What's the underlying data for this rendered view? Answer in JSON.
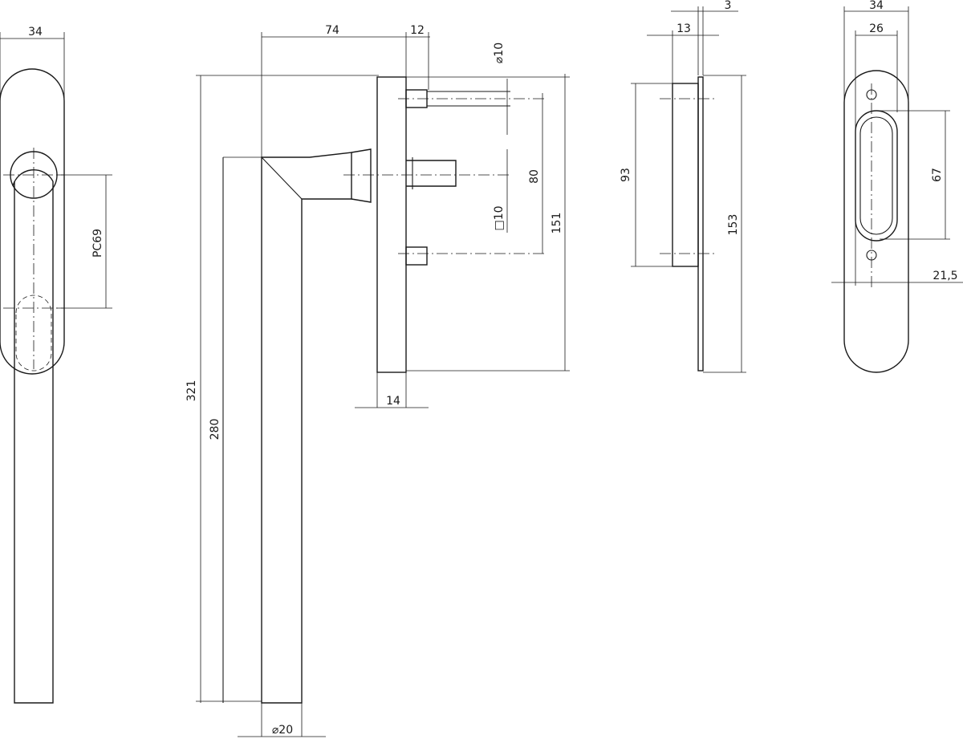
{
  "labels": {
    "front_width": "34",
    "front_pc": "PC69",
    "side_projection": "74",
    "side_spindle_len": "12",
    "side_screw_dia": "⌀10",
    "side_screw_pitch": "80",
    "side_square": "□10",
    "side_rose_height": "151",
    "side_rose_depth": "14",
    "side_total_length": "321",
    "side_lever_length": "280",
    "side_lever_dia": "⌀20",
    "plate_thickness": "3",
    "plate_depth": "13",
    "plate_inner_height": "93",
    "plate_height": "153",
    "back_width": "34",
    "back_inner_width": "26",
    "back_slot_height": "67",
    "back_offset": "21,5"
  }
}
